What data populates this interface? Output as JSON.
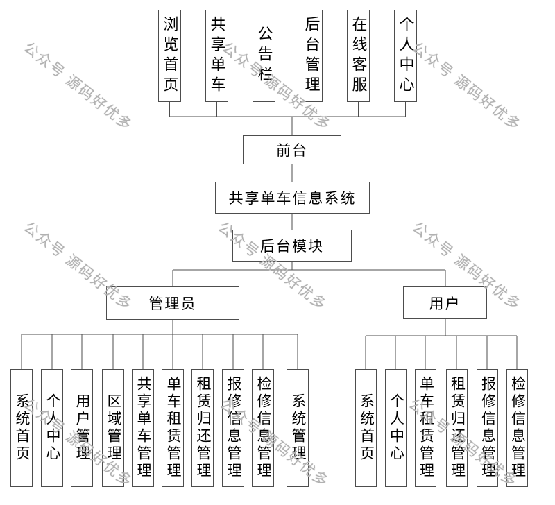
{
  "watermark": {
    "text": "公众号 源码好优多"
  },
  "colors": {
    "background": "#ffffff",
    "box_border": "#4d4d4d",
    "connector_line": "#4d4d4d",
    "text": "#000000",
    "watermark_gray": "#b1b1b1"
  },
  "diagram": {
    "root": {
      "label": "共享单车信息系统"
    },
    "front_desk": {
      "label": "前台"
    },
    "backend_module": {
      "label": "后台模块"
    },
    "front_items": [
      "浏览首页",
      "共享单车",
      "公告栏",
      "后台管理",
      "在线客服",
      "个人中心"
    ],
    "admin": {
      "label": "管理员"
    },
    "user": {
      "label": "用户"
    },
    "admin_items": [
      "系统首页",
      "个人中心",
      "用户管理",
      "区域管理",
      "共享单车管理",
      "单车租赁管理",
      "租赁归还管理",
      "报修信息管理",
      "检修信息管理",
      "系统管理"
    ],
    "user_items": [
      "系统首页",
      "个人中心",
      "单车租赁管理",
      "租赁归还管理",
      "报修信息管理",
      "检修信息管理"
    ]
  }
}
